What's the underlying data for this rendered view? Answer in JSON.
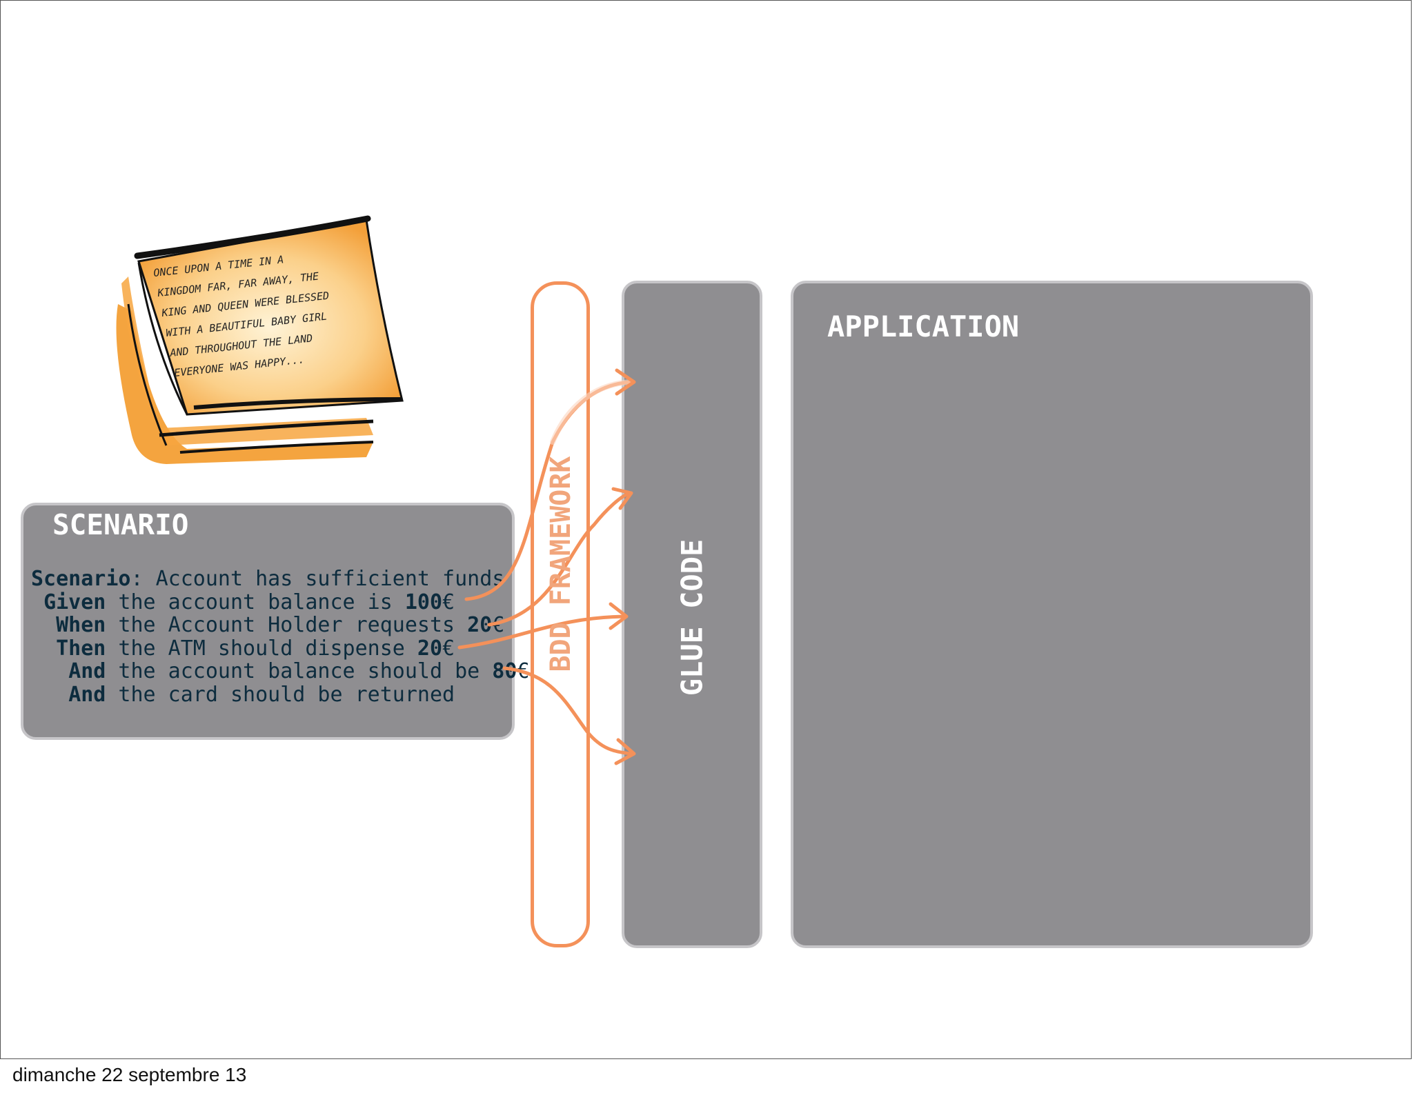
{
  "scenario": {
    "title": "SCENARIO",
    "lines": [
      {
        "keyword": "Scenario",
        "text": ": Account has sufficient funds",
        "indent": "",
        "value": "",
        "suffix": ""
      },
      {
        "keyword": "Given",
        "text": " the account balance is ",
        "indent": " ",
        "value": "100",
        "suffix": "€"
      },
      {
        "keyword": "When",
        "text": " the Account Holder requests ",
        "indent": "  ",
        "value": "20",
        "suffix": "€"
      },
      {
        "keyword": "Then",
        "text": " the ATM should dispense ",
        "indent": "  ",
        "value": "20",
        "suffix": "€"
      },
      {
        "keyword": "And",
        "text": " the account balance should be ",
        "indent": "   ",
        "value": "80",
        "suffix": "€"
      },
      {
        "keyword": "And",
        "text": " the card should be returned",
        "indent": "   ",
        "value": "",
        "suffix": ""
      }
    ]
  },
  "bdd_framework": {
    "label": "BDD FRAMEWORK"
  },
  "glue_code": {
    "label": "GLUE CODE"
  },
  "application": {
    "label": "APPLICATION"
  },
  "story_image": {
    "text_lines": [
      "ONCE UPON A TIME IN A",
      "KINGDOM FAR, FAR AWAY, THE",
      "KING AND QUEEN WERE BLESSED",
      "WITH A BEAUTIFUL BABY GIRL",
      "AND THROUGHOUT THE LAND",
      "EVERYONE WAS HAPPY..."
    ]
  },
  "footer": {
    "date": "dimanche 22 septembre 13"
  },
  "colors": {
    "accent": "#f4915a",
    "box": "#8f8e91",
    "text_dark": "#0d2c3e"
  }
}
